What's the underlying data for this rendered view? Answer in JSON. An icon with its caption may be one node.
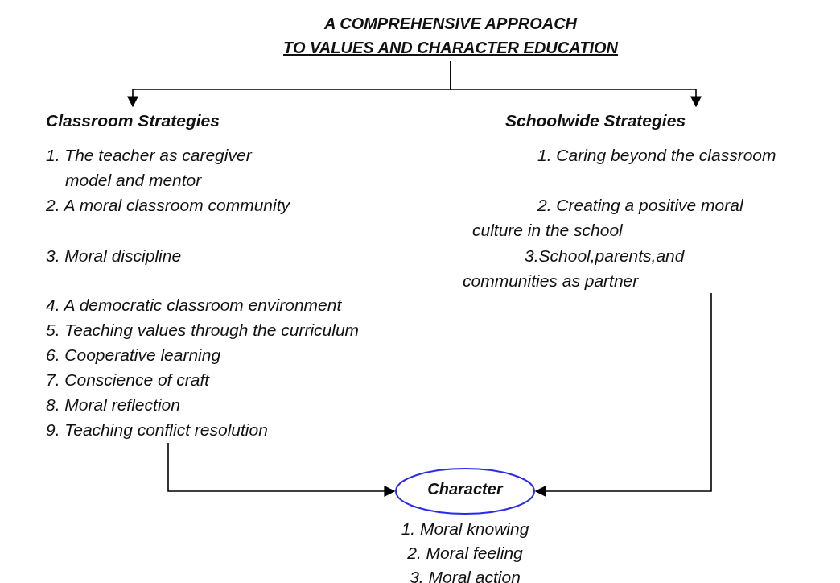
{
  "diagram": {
    "nodes": [
      {
        "text": [
          "A COMPREHENSIVE APPROACH",
          "TO VALUES AND CHARACTER EDUCATION"
        ]
      },
      {
        "text": [
          "Classroom Strategies",
          "1. The teacher as caregiver model and mentor",
          "2. A moral classroom community",
          "3. Moral discipline",
          "4. A democratic classroom environment",
          "5. Teaching values through the curriculum",
          "6. Cooperative learning",
          "7. Conscience of craft",
          "8. Moral reflection",
          "9. Teaching conflict resolution"
        ]
      },
      {
        "text": [
          "Schoolwide Strategies",
          "1. Caring beyond the classroom",
          "2. Creating a positive moral culture in the school",
          "3.School,parents,and communities as partner"
        ]
      },
      {
        "text": [
          "Character"
        ],
        "beside": [
          "1. Moral knowing",
          "2. Moral feeling",
          "3. Moral action"
        ]
      }
    ],
    "edges": [
      {
        "from": 0,
        "to": 1,
        "arrow": "to"
      },
      {
        "from": 0,
        "to": 2,
        "arrow": "to"
      },
      {
        "from": 1,
        "to": 3,
        "arrow": "to"
      },
      {
        "from": 2,
        "to": 3,
        "arrow": "to"
      }
    ]
  }
}
